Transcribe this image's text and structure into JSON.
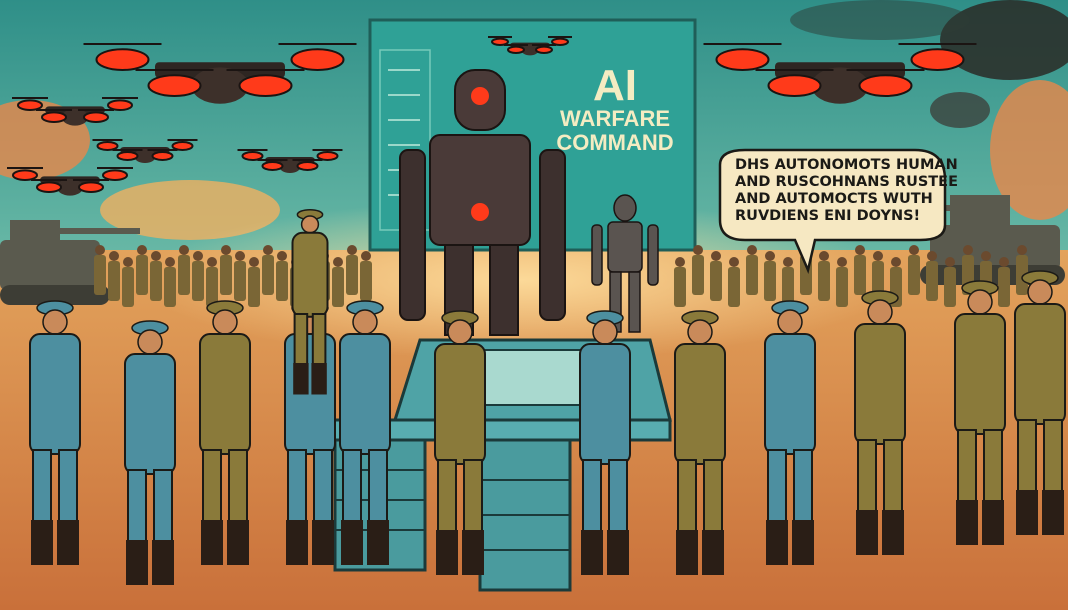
{
  "screen": {
    "line1": "AI",
    "line2": "WARFARE",
    "line3": "COMMAND"
  },
  "speech_bubble": {
    "lines": [
      "DHS AUTONOMOTS HUMAN",
      "AND RUSCOHNANS RUSTEE",
      "AND AUTOMOCTS WUTH",
      "RUVDIENS ENI DOYNS!"
    ]
  },
  "colors": {
    "sky_top": "#3fa39a",
    "sky_horizon": "#e9c27a",
    "ground": "#d98a4a",
    "screen": "#2fa196",
    "robot": "#4a3a38",
    "drone_light": "#ff3a1a",
    "uniform_blue": "#4d8fa0",
    "uniform_khaki": "#8a7a3a",
    "console": "#4fa3a6"
  }
}
